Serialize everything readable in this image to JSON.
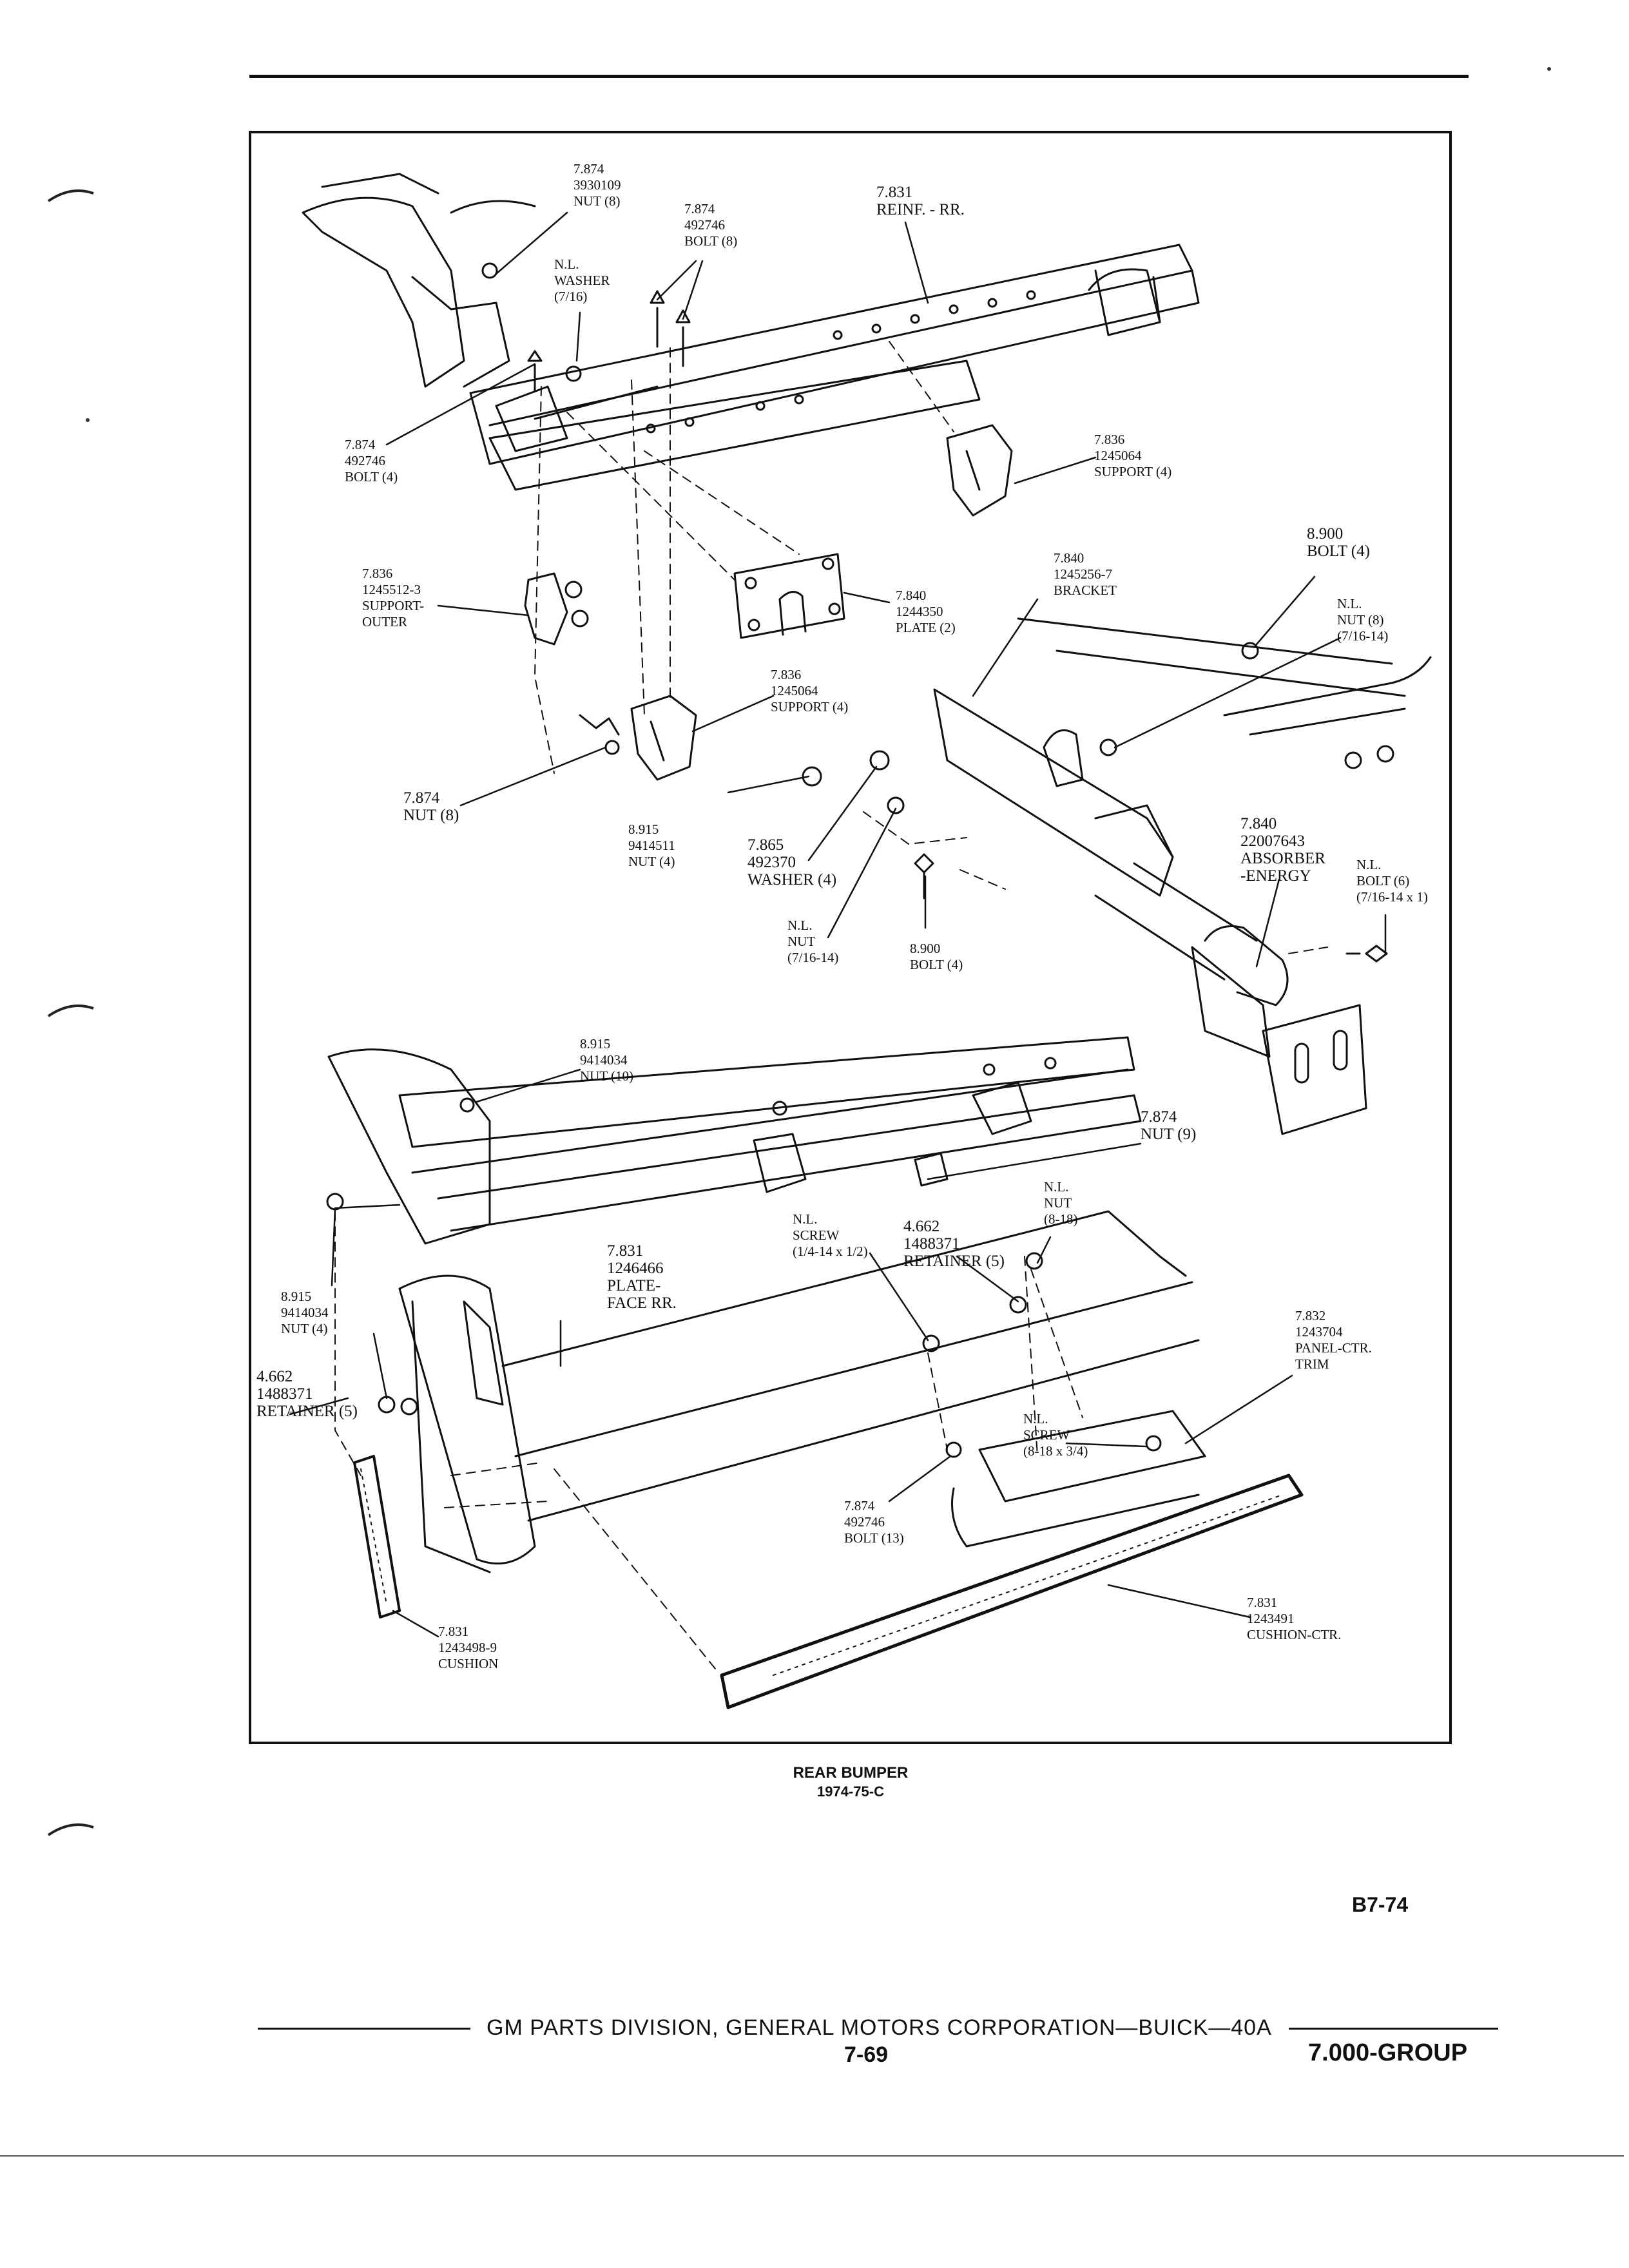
{
  "diagram": {
    "caption": {
      "title": "REAR BUMPER",
      "subtitle": "1974-75-C"
    },
    "callouts": [
      {
        "id": "nut-8-top",
        "lines": [
          "7.874",
          "3930109",
          "NUT (8)"
        ]
      },
      {
        "id": "bolt-8",
        "lines": [
          "7.874",
          "492746",
          "BOLT (8)"
        ]
      },
      {
        "id": "washer",
        "lines": [
          "N.L.",
          "WASHER",
          "(7/16)"
        ]
      },
      {
        "id": "reinf",
        "lines": [
          "7.831",
          "REINF. - RR."
        ]
      },
      {
        "id": "bolt-4-left",
        "lines": [
          "7.874",
          "492746",
          "BOLT (4)"
        ]
      },
      {
        "id": "support-4-right",
        "lines": [
          "7.836",
          "1245064",
          "SUPPORT (4)"
        ]
      },
      {
        "id": "support-outer",
        "lines": [
          "7.836",
          "1245512-3",
          "SUPPORT-",
          "OUTER"
        ]
      },
      {
        "id": "plate-2",
        "lines": [
          "7.840",
          "1244350",
          "PLATE (2)"
        ]
      },
      {
        "id": "bracket",
        "lines": [
          "7.840",
          "1245256-7",
          "BRACKET"
        ]
      },
      {
        "id": "bolt-4-right-top",
        "lines": [
          "8.900",
          "BOLT (4)"
        ]
      },
      {
        "id": "nut-8-right",
        "lines": [
          "N.L.",
          "NUT (8)",
          "(7/16-14)"
        ]
      },
      {
        "id": "support-4-center",
        "lines": [
          "7.836",
          "1245064",
          "SUPPORT (4)"
        ]
      },
      {
        "id": "nut-8-left",
        "lines": [
          "7.874",
          "NUT (8)"
        ]
      },
      {
        "id": "nut-4-915",
        "lines": [
          "8.915",
          "9414511",
          "NUT (4)"
        ]
      },
      {
        "id": "washer-4",
        "lines": [
          "7.865",
          "492370",
          "WASHER (4)"
        ]
      },
      {
        "id": "nut-7-16",
        "lines": [
          "N.L.",
          "NUT",
          "(7/16-14)"
        ]
      },
      {
        "id": "bolt-4-900",
        "lines": [
          "8.900",
          "BOLT (4)"
        ]
      },
      {
        "id": "absorber",
        "lines": [
          "7.840",
          "22007643",
          "ABSORBER",
          "-ENERGY"
        ]
      },
      {
        "id": "bolt-6",
        "lines": [
          "N.L.",
          "BOLT (6)",
          "(7/16-14 x 1)"
        ]
      },
      {
        "id": "nut-10",
        "lines": [
          "8.915",
          "9414034",
          "NUT (10)"
        ]
      },
      {
        "id": "nut-9",
        "lines": [
          "7.874",
          "NUT (9)"
        ]
      },
      {
        "id": "nut-8-18",
        "lines": [
          "N.L.",
          "NUT",
          "(8-18)"
        ]
      },
      {
        "id": "screw-1-4",
        "lines": [
          "N.L.",
          "SCREW",
          "(1/4-14 x 1/2)"
        ]
      },
      {
        "id": "retainer-5-center",
        "lines": [
          "4.662",
          "1488371",
          "RETAINER (5)"
        ]
      },
      {
        "id": "plate-face",
        "lines": [
          "7.831",
          "1246466",
          "PLATE-",
          "FACE RR."
        ]
      },
      {
        "id": "nut-4-left",
        "lines": [
          "8.915",
          "9414034",
          "NUT (4)"
        ]
      },
      {
        "id": "retainer-5-left",
        "lines": [
          "4.662",
          "1488371",
          "RETAINER (5)"
        ]
      },
      {
        "id": "panel-ctr",
        "lines": [
          "7.832",
          "1243704",
          "PANEL-CTR.",
          "TRIM"
        ]
      },
      {
        "id": "screw-8-18",
        "lines": [
          "N.L.",
          "SCREW",
          "(8-18 x 3/4)"
        ]
      },
      {
        "id": "bolt-13",
        "lines": [
          "7.874",
          "492746",
          "BOLT (13)"
        ]
      },
      {
        "id": "cushion-ctr",
        "lines": [
          "7.831",
          "1243491",
          "CUSHION-CTR."
        ]
      },
      {
        "id": "cushion",
        "lines": [
          "7.831",
          "1243498-9",
          "CUSHION"
        ]
      }
    ]
  },
  "page": {
    "figure_number": "B7-74",
    "footer": {
      "publisher": "GM PARTS DIVISION, GENERAL MOTORS CORPORATION—BUICK—40A",
      "page_number": "7-69",
      "group": "7.000-GROUP"
    }
  }
}
